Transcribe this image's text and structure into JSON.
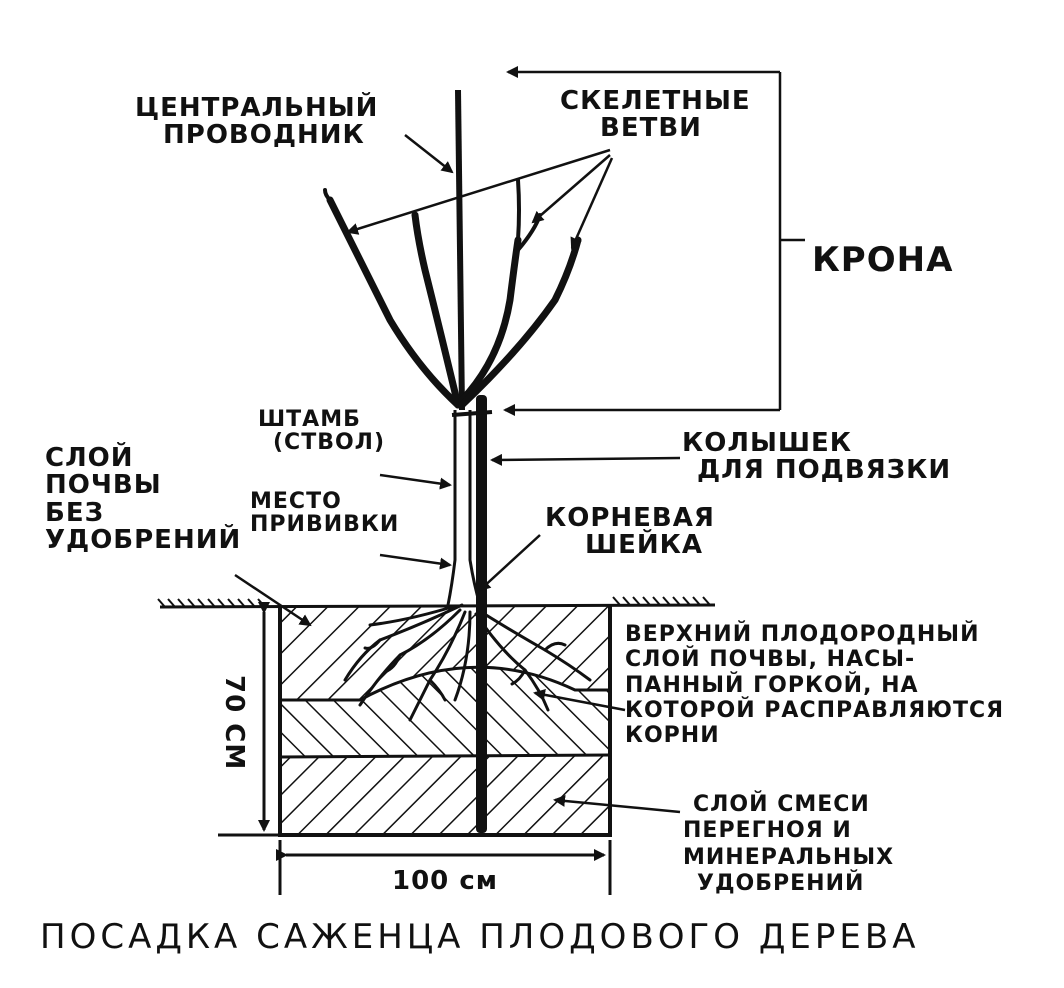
{
  "labels": {
    "central_leader": [
      "Центральный",
      "проводник"
    ],
    "skeletal_branches": [
      "Скелетные",
      "ветви"
    ],
    "crown": "Крона",
    "trunk": [
      "Штамб",
      "(ствол)"
    ],
    "stake": [
      "Колышек",
      "для подвязки"
    ],
    "topsoil_no_fertilizer": [
      "Слой",
      "почвы",
      "без",
      "удобрений"
    ],
    "graft_site": [
      "Место",
      "прививки"
    ],
    "root_collar": [
      "Корневая",
      "шейка"
    ],
    "upper_fertile_layer": [
      "Верхний плодородный",
      "слой почвы, насы-",
      "панный горкой, на",
      "которой расправляются",
      "корни"
    ],
    "humus_mineral_layer": [
      "Слой смеси",
      "перегноя и",
      "минеральных",
      "удобрений"
    ],
    "depth": "70 см",
    "width": "100 см"
  },
  "title": "Посадка саженца плодового дерева",
  "colors": {
    "ink": "#111111",
    "paper": "#ffffff"
  }
}
